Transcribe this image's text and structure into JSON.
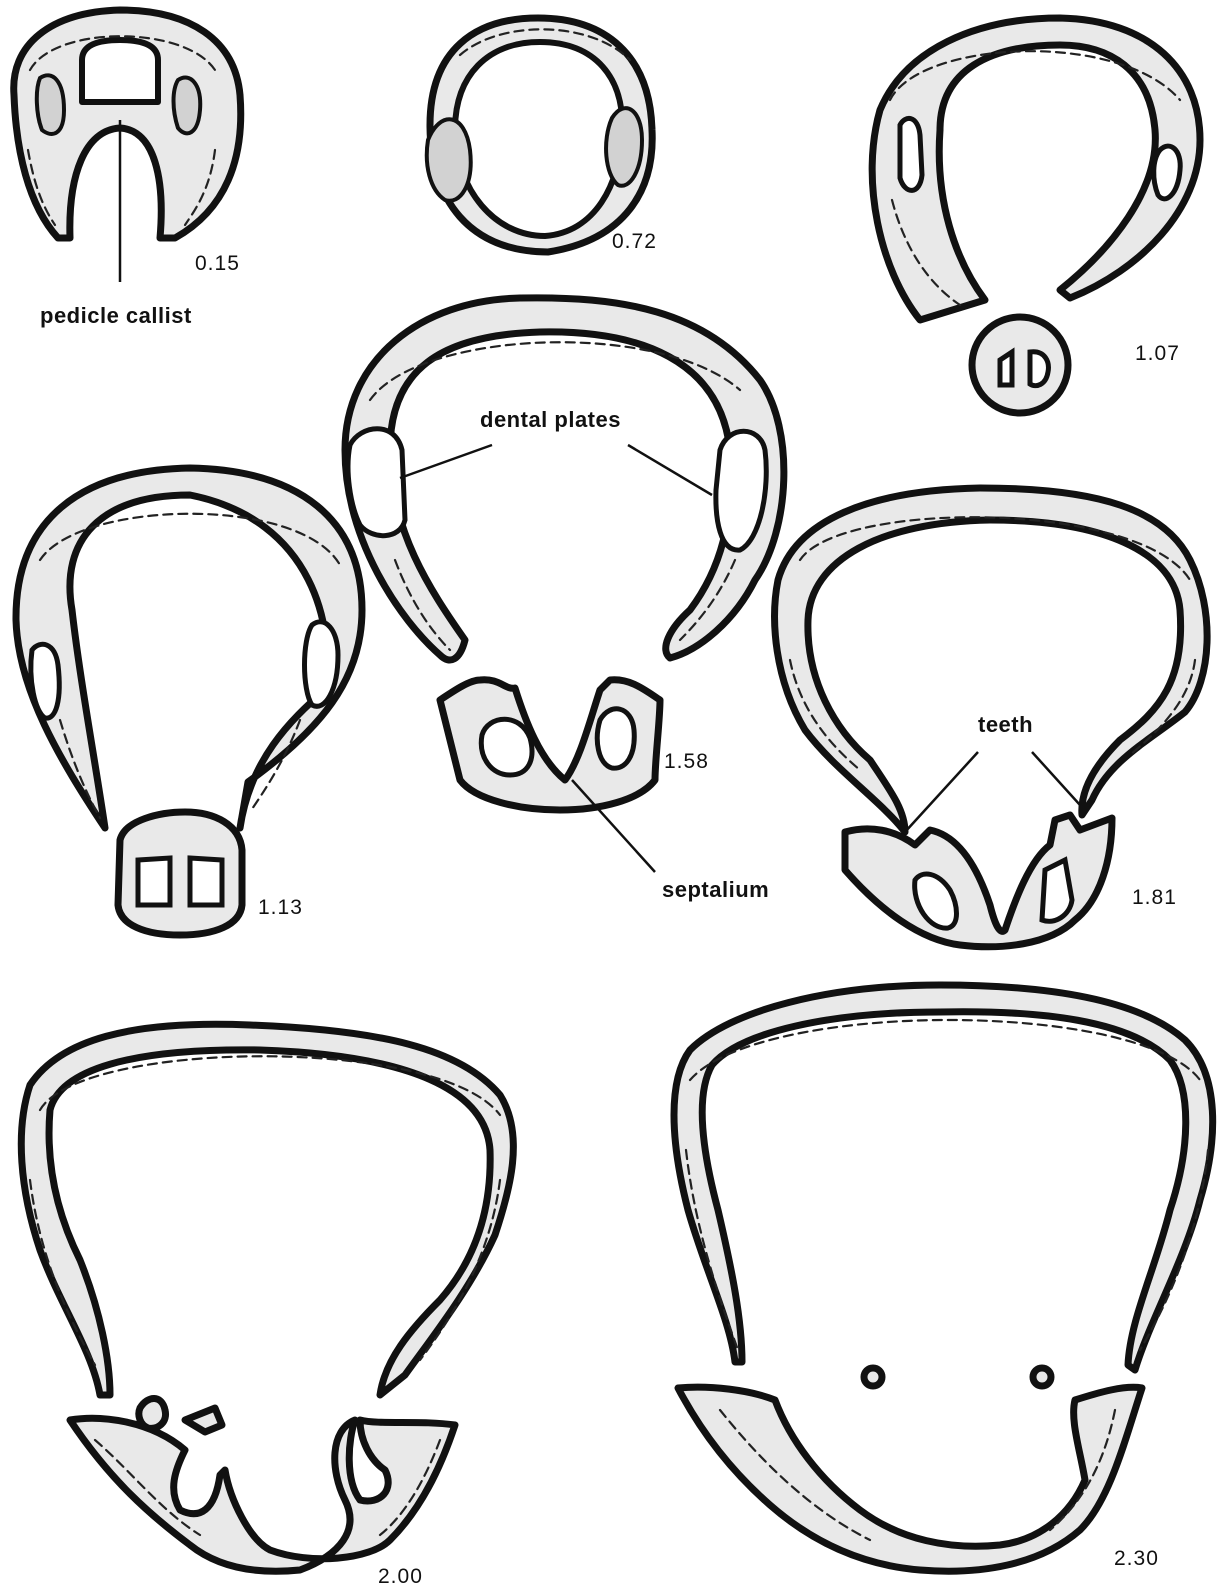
{
  "labels": {
    "pedicle_callist": "pedicle callist",
    "dental_plates": "dental plates",
    "teeth": "teeth",
    "septalium": "septalium"
  },
  "sections": [
    {
      "id": "s1",
      "value": "0.15"
    },
    {
      "id": "s2",
      "value": "0.72"
    },
    {
      "id": "s3",
      "value": "1.07"
    },
    {
      "id": "s4",
      "value": "1.13"
    },
    {
      "id": "s5",
      "value": "1.58"
    },
    {
      "id": "s6",
      "value": "1.81"
    },
    {
      "id": "s7",
      "value": "2.00"
    },
    {
      "id": "s8",
      "value": "2.30"
    }
  ]
}
